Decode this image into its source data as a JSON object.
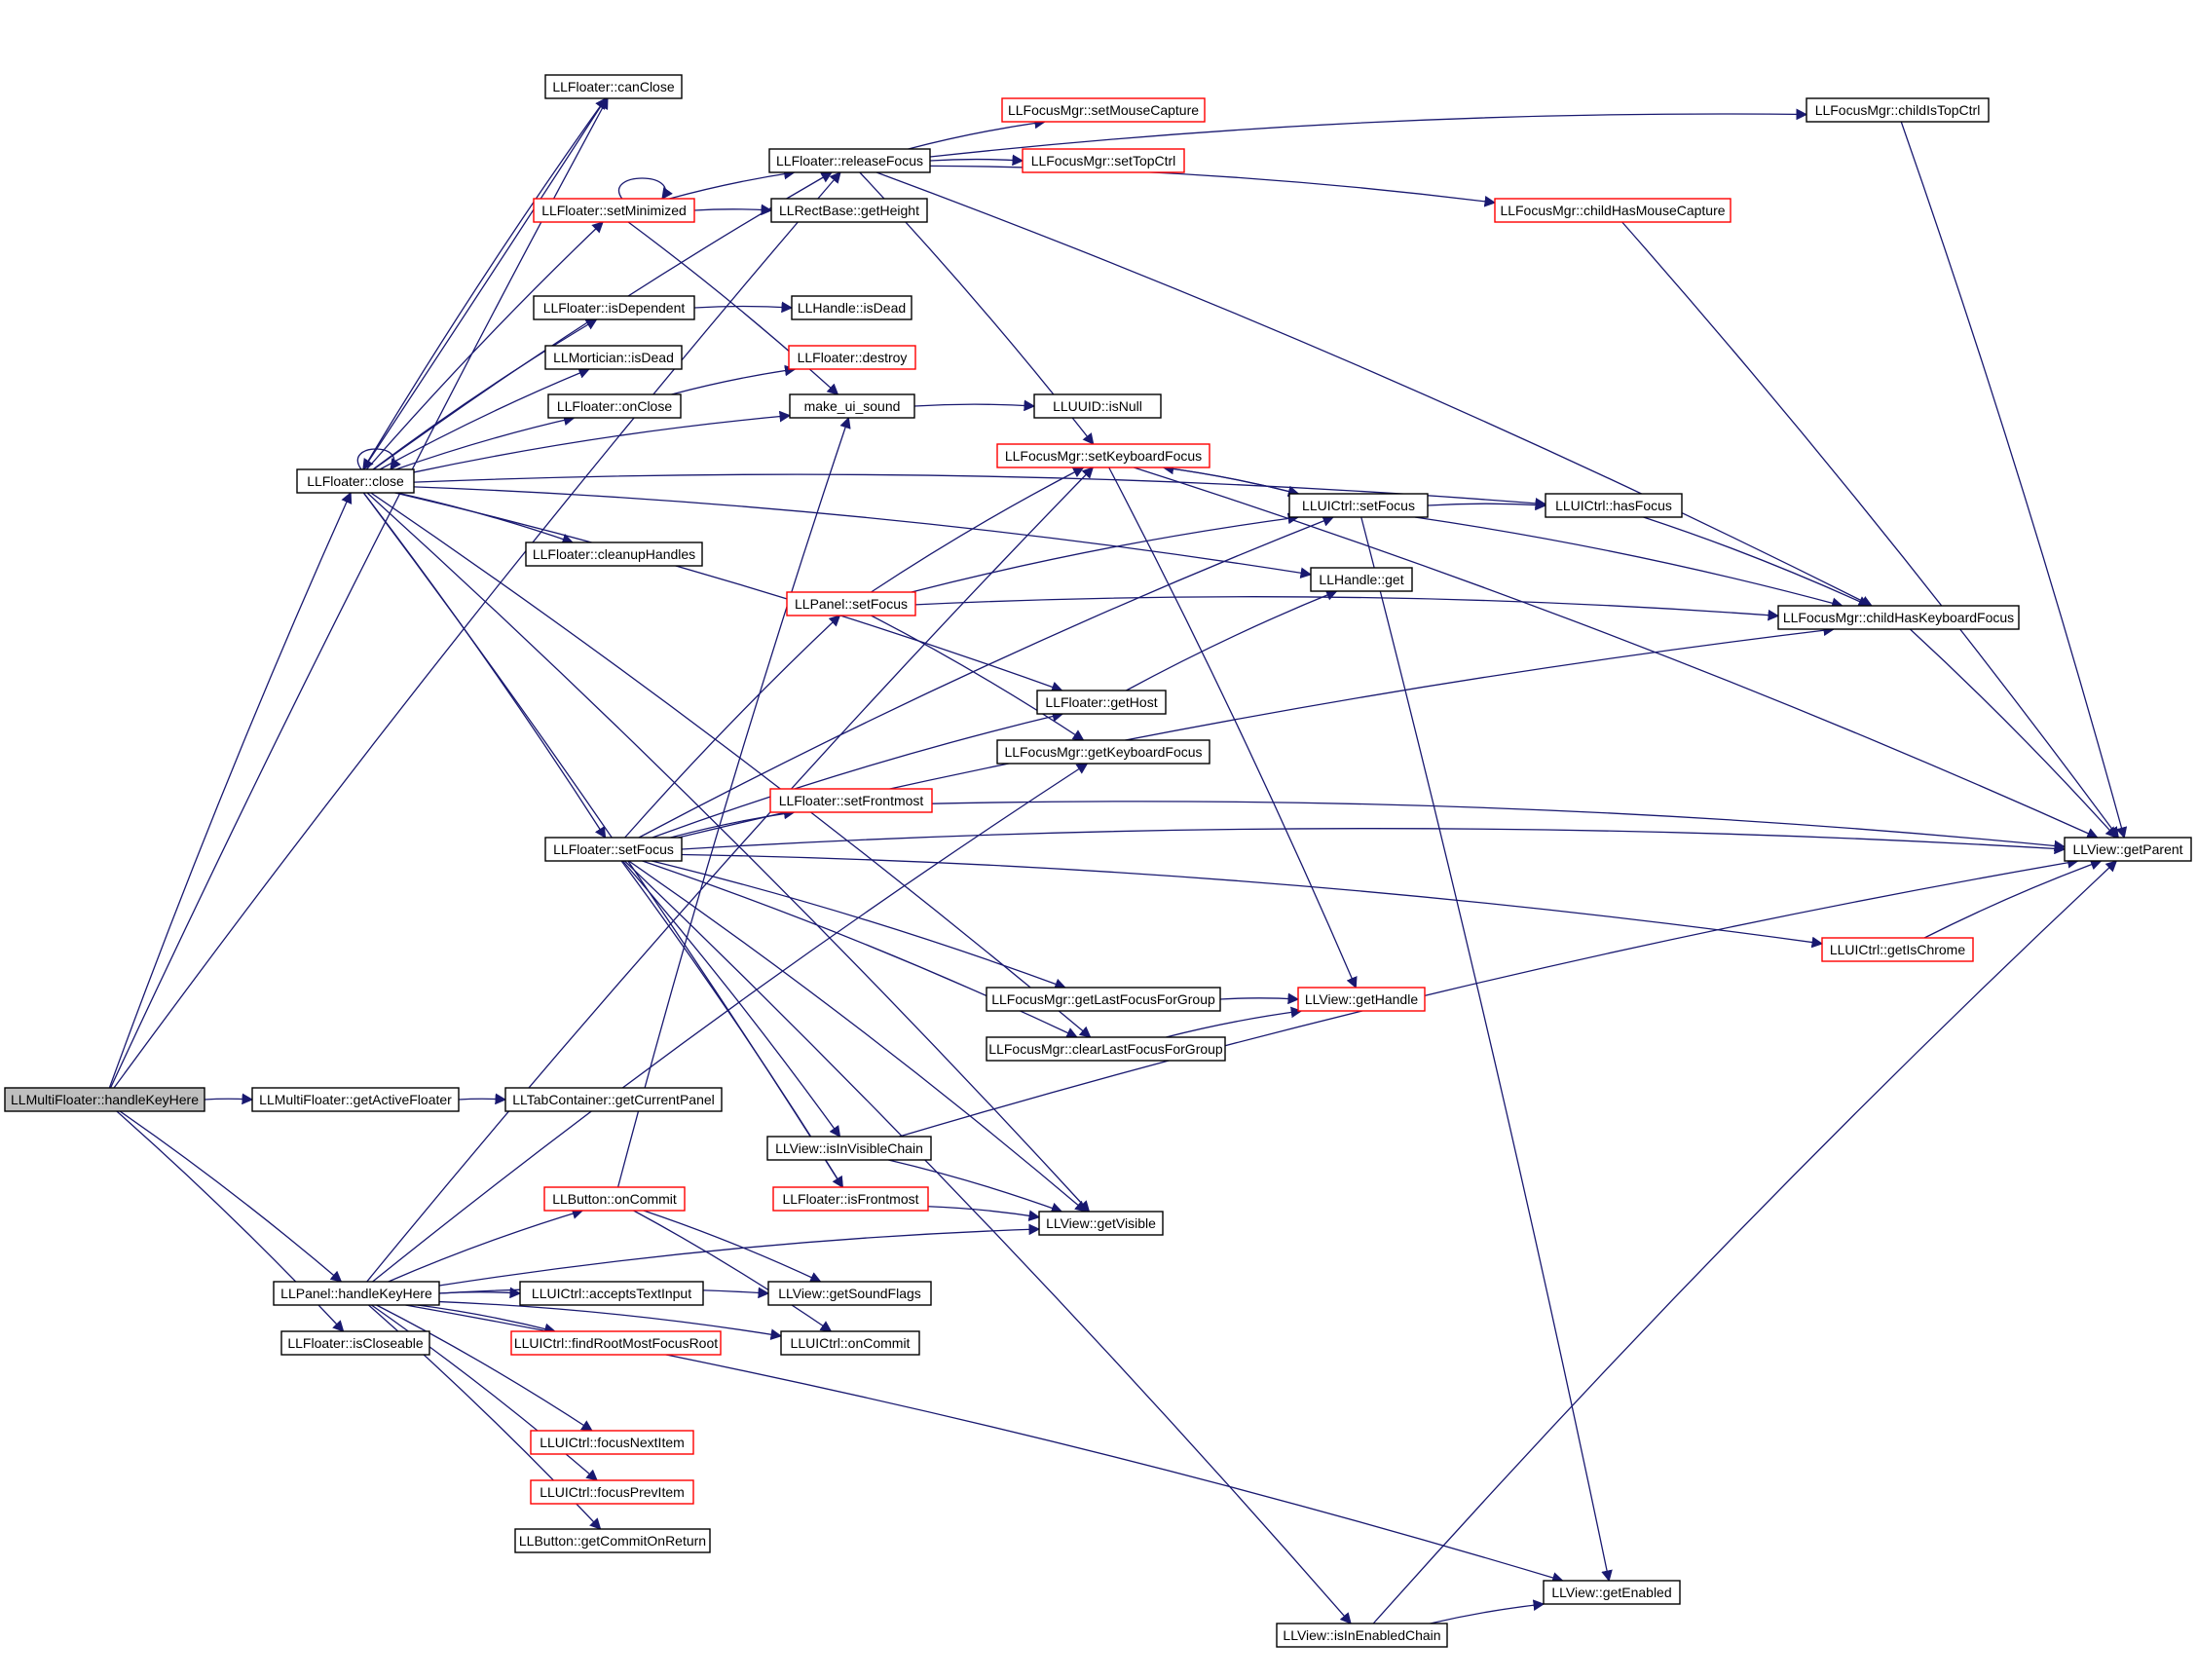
{
  "colors": {
    "edge": "#191970",
    "node_border": "#000000",
    "truncated_border": "#ff0000",
    "root_fill": "#bfbfbf",
    "background": "#ffffff"
  },
  "nodes": [
    {
      "id": "root",
      "label": "LLMultiFloater::handleKeyHere",
      "root": true
    },
    {
      "id": "canClose",
      "label": "LLFloater::canClose"
    },
    {
      "id": "releaseFocus",
      "label": "LLFloater::releaseFocus"
    },
    {
      "id": "setMinimized",
      "label": "LLFloater::setMinimized",
      "truncated": true
    },
    {
      "id": "getHeight",
      "label": "LLRectBase::getHeight"
    },
    {
      "id": "isDependent",
      "label": "LLFloater::isDependent"
    },
    {
      "id": "hIsDead",
      "label": "LLHandle::isDead"
    },
    {
      "id": "mIsDead",
      "label": "LLMortician::isDead"
    },
    {
      "id": "destroy",
      "label": "LLFloater::destroy",
      "truncated": true
    },
    {
      "id": "onClose",
      "label": "LLFloater::onClose"
    },
    {
      "id": "makeSound",
      "label": "make_ui_sound"
    },
    {
      "id": "isNull",
      "label": "LLUUID::isNull"
    },
    {
      "id": "close",
      "label": "LLFloater::close"
    },
    {
      "id": "cleanup",
      "label": "LLFloater::cleanupHandles"
    },
    {
      "id": "setMouseCapture",
      "label": "LLFocusMgr::setMouseCapture",
      "truncated": true
    },
    {
      "id": "setTopCtrl",
      "label": "LLFocusMgr::setTopCtrl",
      "truncated": true
    },
    {
      "id": "childHasMouse",
      "label": "LLFocusMgr::childHasMouseCapture",
      "truncated": true
    },
    {
      "id": "childIsTop",
      "label": "LLFocusMgr::childIsTopCtrl"
    },
    {
      "id": "setKbFocus",
      "label": "LLFocusMgr::setKeyboardFocus",
      "truncated": true
    },
    {
      "id": "uiSetFocus",
      "label": "LLUICtrl::setFocus"
    },
    {
      "id": "hasFocus",
      "label": "LLUICtrl::hasFocus"
    },
    {
      "id": "handleGet",
      "label": "LLHandle::get"
    },
    {
      "id": "panelSetFocus",
      "label": "LLPanel::setFocus",
      "truncated": true
    },
    {
      "id": "childHasKb",
      "label": "LLFocusMgr::childHasKeyboardFocus"
    },
    {
      "id": "getHost",
      "label": "LLFloater::getHost"
    },
    {
      "id": "getKbFocus",
      "label": "LLFocusMgr::getKeyboardFocus"
    },
    {
      "id": "setFrontmost",
      "label": "LLFloater::setFrontmost",
      "truncated": true
    },
    {
      "id": "flSetFocus",
      "label": "LLFloater::setFocus"
    },
    {
      "id": "getParent",
      "label": "LLView::getParent"
    },
    {
      "id": "getIsChrome",
      "label": "LLUICtrl::getIsChrome",
      "truncated": true
    },
    {
      "id": "getLastFocus",
      "label": "LLFocusMgr::getLastFocusForGroup"
    },
    {
      "id": "getHandle",
      "label": "LLView::getHandle",
      "truncated": true
    },
    {
      "id": "clearLastFocus",
      "label": "LLFocusMgr::clearLastFocusForGroup"
    },
    {
      "id": "getActiveFloater",
      "label": "LLMultiFloater::getActiveFloater"
    },
    {
      "id": "getCurrentPanel",
      "label": "LLTabContainer::getCurrentPanel"
    },
    {
      "id": "isInVisible",
      "label": "LLView::isInVisibleChain"
    },
    {
      "id": "isFrontmost",
      "label": "LLFloater::isFrontmost",
      "truncated": true
    },
    {
      "id": "btnOnCommit",
      "label": "LLButton::onCommit",
      "truncated": true
    },
    {
      "id": "getVisible",
      "label": "LLView::getVisible"
    },
    {
      "id": "panelHandleKey",
      "label": "LLPanel::handleKeyHere"
    },
    {
      "id": "acceptsText",
      "label": "LLUICtrl::acceptsTextInput"
    },
    {
      "id": "getSoundFlags",
      "label": "LLView::getSoundFlags"
    },
    {
      "id": "isCloseable",
      "label": "LLFloater::isCloseable"
    },
    {
      "id": "findRoot",
      "label": "LLUICtrl::findRootMostFocusRoot",
      "truncated": true
    },
    {
      "id": "uiOnCommit",
      "label": "LLUICtrl::onCommit"
    },
    {
      "id": "focusNext",
      "label": "LLUICtrl::focusNextItem",
      "truncated": true
    },
    {
      "id": "focusPrev",
      "label": "LLUICtrl::focusPrevItem",
      "truncated": true
    },
    {
      "id": "getCommitOnReturn",
      "label": "LLButton::getCommitOnReturn"
    },
    {
      "id": "getEnabled",
      "label": "LLView::getEnabled"
    },
    {
      "id": "isInEnabled",
      "label": "LLView::isInEnabledChain"
    }
  ],
  "edges": [
    [
      "root",
      "canClose"
    ],
    [
      "root",
      "releaseFocus"
    ],
    [
      "root",
      "close"
    ],
    [
      "root",
      "getActiveFloater"
    ],
    [
      "root",
      "panelHandleKey"
    ],
    [
      "root",
      "isCloseable"
    ],
    [
      "canClose",
      "close"
    ],
    [
      "close",
      "close"
    ],
    [
      "close",
      "canClose"
    ],
    [
      "close",
      "releaseFocus"
    ],
    [
      "close",
      "setMinimized"
    ],
    [
      "close",
      "isDependent"
    ],
    [
      "close",
      "mIsDead"
    ],
    [
      "close",
      "onClose"
    ],
    [
      "close",
      "makeSound"
    ],
    [
      "close",
      "cleanup"
    ],
    [
      "close",
      "handleGet"
    ],
    [
      "close",
      "hasFocus"
    ],
    [
      "close",
      "getHost"
    ],
    [
      "close",
      "flSetFocus"
    ],
    [
      "close",
      "getVisible"
    ],
    [
      "close",
      "clearLastFocus"
    ],
    [
      "close",
      "isFrontmost"
    ],
    [
      "setMinimized",
      "setMinimized"
    ],
    [
      "setMinimized",
      "releaseFocus"
    ],
    [
      "setMinimized",
      "getHeight"
    ],
    [
      "setMinimized",
      "makeSound"
    ],
    [
      "isDependent",
      "hIsDead"
    ],
    [
      "onClose",
      "destroy"
    ],
    [
      "makeSound",
      "isNull"
    ],
    [
      "releaseFocus",
      "setMouseCapture"
    ],
    [
      "releaseFocus",
      "setTopCtrl"
    ],
    [
      "releaseFocus",
      "childHasMouse"
    ],
    [
      "releaseFocus",
      "childIsTop"
    ],
    [
      "releaseFocus",
      "setKbFocus"
    ],
    [
      "releaseFocus",
      "childHasKb"
    ],
    [
      "setKbFocus",
      "uiSetFocus"
    ],
    [
      "setKbFocus",
      "getParent"
    ],
    [
      "setKbFocus",
      "getHandle"
    ],
    [
      "uiSetFocus",
      "setKbFocus"
    ],
    [
      "uiSetFocus",
      "hasFocus"
    ],
    [
      "uiSetFocus",
      "childHasKb"
    ],
    [
      "uiSetFocus",
      "getEnabled"
    ],
    [
      "hasFocus",
      "childHasKb"
    ],
    [
      "childIsTop",
      "getParent"
    ],
    [
      "childHasMouse",
      "getParent"
    ],
    [
      "childHasKb",
      "getParent"
    ],
    [
      "panelSetFocus",
      "setKbFocus"
    ],
    [
      "panelSetFocus",
      "uiSetFocus"
    ],
    [
      "panelSetFocus",
      "childHasKb"
    ],
    [
      "panelSetFocus",
      "getKbFocus"
    ],
    [
      "getHost",
      "handleGet"
    ],
    [
      "setFrontmost",
      "getParent"
    ],
    [
      "flSetFocus",
      "panelSetFocus"
    ],
    [
      "flSetFocus",
      "getHost"
    ],
    [
      "flSetFocus",
      "setFrontmost"
    ],
    [
      "flSetFocus",
      "getParent"
    ],
    [
      "flSetFocus",
      "getIsChrome"
    ],
    [
      "flSetFocus",
      "getLastFocus"
    ],
    [
      "flSetFocus",
      "clearLastFocus"
    ],
    [
      "flSetFocus",
      "isInVisible"
    ],
    [
      "flSetFocus",
      "isFrontmost"
    ],
    [
      "flSetFocus",
      "getVisible"
    ],
    [
      "flSetFocus",
      "isInEnabled"
    ],
    [
      "flSetFocus",
      "childHasKb"
    ],
    [
      "flSetFocus",
      "uiSetFocus"
    ],
    [
      "getIsChrome",
      "getParent"
    ],
    [
      "getLastFocus",
      "getHandle"
    ],
    [
      "clearLastFocus",
      "getHandle"
    ],
    [
      "getActiveFloater",
      "getCurrentPanel"
    ],
    [
      "isInVisible",
      "getParent"
    ],
    [
      "isInVisible",
      "getVisible"
    ],
    [
      "isFrontmost",
      "getVisible"
    ],
    [
      "btnOnCommit",
      "getSoundFlags"
    ],
    [
      "btnOnCommit",
      "uiOnCommit"
    ],
    [
      "btnOnCommit",
      "makeSound"
    ],
    [
      "panelHandleKey",
      "setKbFocus"
    ],
    [
      "panelHandleKey",
      "getKbFocus"
    ],
    [
      "panelHandleKey",
      "btnOnCommit"
    ],
    [
      "panelHandleKey",
      "getSoundFlags"
    ],
    [
      "panelHandleKey",
      "acceptsText"
    ],
    [
      "panelHandleKey",
      "findRoot"
    ],
    [
      "panelHandleKey",
      "uiOnCommit"
    ],
    [
      "panelHandleKey",
      "getVisible"
    ],
    [
      "panelHandleKey",
      "focusNext"
    ],
    [
      "panelHandleKey",
      "focusPrev"
    ],
    [
      "panelHandleKey",
      "getCommitOnReturn"
    ],
    [
      "panelHandleKey",
      "getEnabled"
    ],
    [
      "isInEnabled",
      "getEnabled"
    ],
    [
      "isInEnabled",
      "getParent"
    ]
  ]
}
